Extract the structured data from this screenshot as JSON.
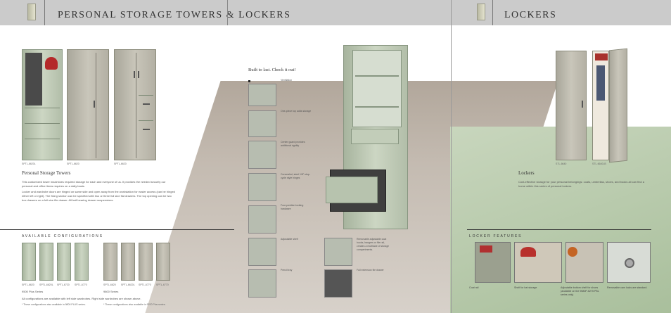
{
  "header": {
    "left_title": "PERSONAL STORAGE TOWERS & LOCKERS",
    "right_title": "LOCKERS"
  },
  "left_page": {
    "hero_codes": [
      "SPTL-6620L",
      "SPTL-6620",
      "SPTL-6620"
    ],
    "section_title": "Personal Storage Towers",
    "body_p1": "This customized tower maximizes required storage for each and everyone of us. It provides the needed security our personal and office items requires on a daily basis.",
    "body_p2": "Locker and wardrobe doors are hinged on same side and open away from the workstation for easier access (can be hinged either left or right). The fixing section can be specified with two or three full size flat drawers. The top opening can be two box drawers on a full size file drawer. All ball bearing drawer suspensions.",
    "configs_heading": "AVAILABLE CONFIGURATIONS",
    "series_a_codes": [
      "SPTL-6620",
      "SPTL-6620L",
      "SPTL-6720",
      "SPTL-6770"
    ],
    "series_b_codes": [
      "SPTL-6620",
      "SPTL-6620L",
      "SPTL-6770",
      "SPTL-6770"
    ],
    "series_a_name": "9500 Plus Series",
    "series_b_name": "9800 Series",
    "footnote_main": "All configurations are available with left side wardrobes. Right side wardrobes are shown above.",
    "footnote_a": "* These configurations also available in 9800 PLUS series.",
    "footnote_b": "* These configurations also available in 9700 Plus series."
  },
  "center": {
    "heading": "Built to last. Check it out!",
    "callouts": [
      "Ventilation",
      "One-piece top adds storage",
      "Center guard provides additional rigidity",
      "Concealed, steel 1/8\" stop-cycle style hinges",
      "Four-position locking hardware",
      "Adjustable shelf",
      "Pencil tray"
    ],
    "callouts_right": [
      "Removable adjustable coat hooks, hangers or file rail, creates a multitude of storage compartments.",
      "Full extension file drawer"
    ]
  },
  "right_page": {
    "locker_codes": [
      "STL-6640",
      "STL-6640LB"
    ],
    "section_title": "Lockers",
    "body": "Cost-effective storage for your personal belongings: coats, umbrellas, shoes, and books all can find a home within this series of personal lockers.",
    "features_heading": "LOCKER FEATURES",
    "features": [
      "Coat rail",
      "Shelf for hat storage",
      "Adjustable bottom shelf for shoes (available on the 9580P-6275 PBL series only)",
      "Removable cam locks are standard."
    ]
  }
}
